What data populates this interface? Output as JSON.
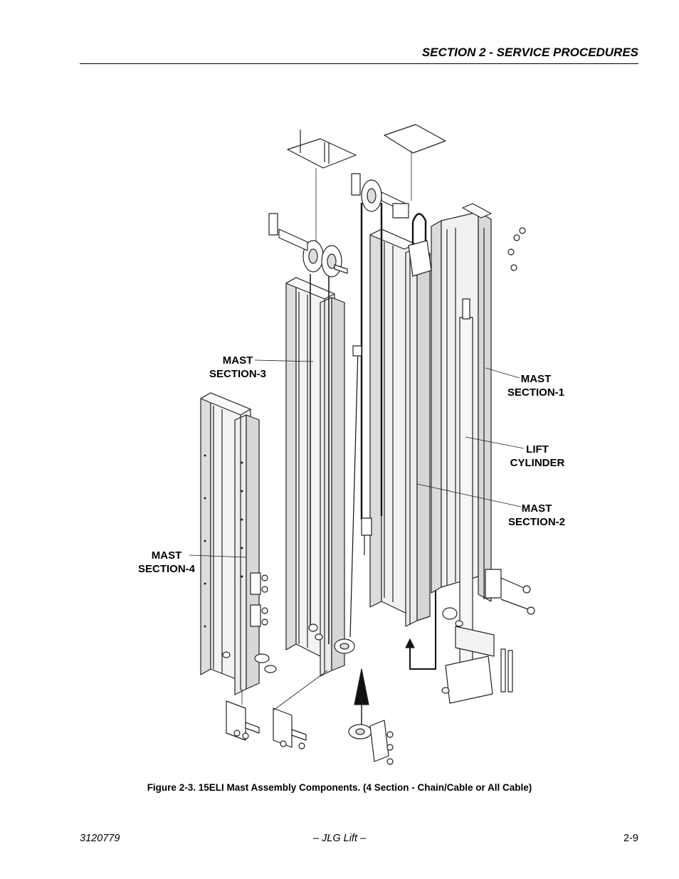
{
  "header": {
    "title": "SECTION 2 - SERVICE PROCEDURES"
  },
  "figure": {
    "callouts": {
      "mast3": [
        "MAST",
        "SECTION-3"
      ],
      "mast1": [
        "MAST",
        "SECTION-1"
      ],
      "lift": [
        "LIFT",
        "CYLINDER"
      ],
      "mast2": [
        "MAST",
        "SECTION-2"
      ],
      "mast4": [
        "MAST",
        "SECTION-4"
      ]
    },
    "caption": "Figure 2-3.  15ELI Mast Assembly Components. (4 Section - Chain/Cable or All Cable)"
  },
  "footer": {
    "doc_number": "3120779",
    "center": "– JLG Lift –",
    "page": "2-9"
  }
}
